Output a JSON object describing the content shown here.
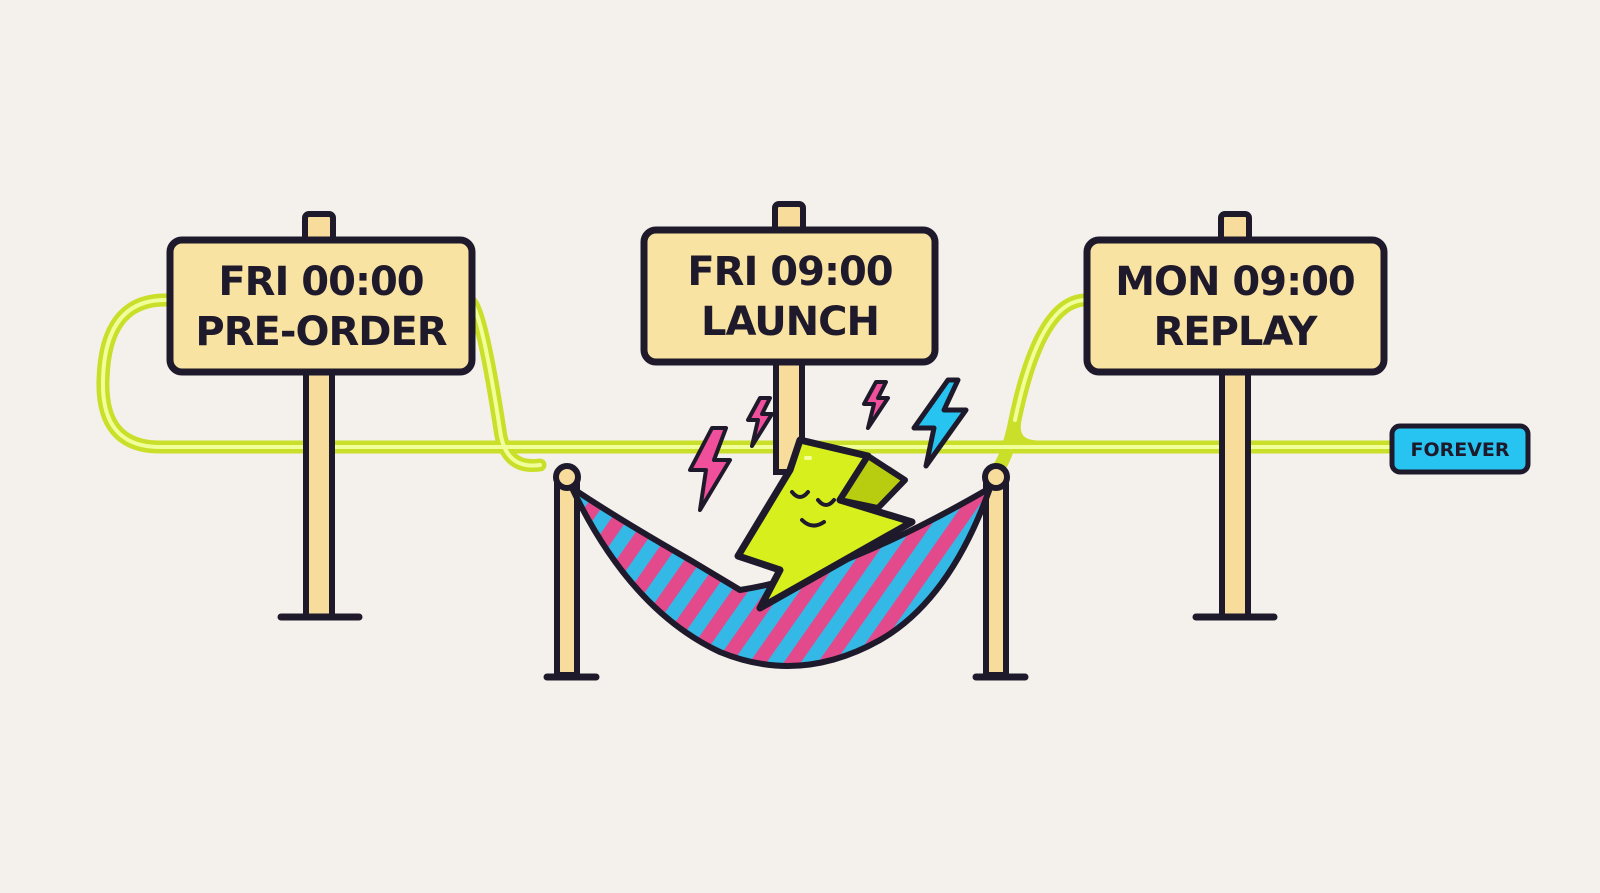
{
  "signs": [
    {
      "time": "FRI 00:00",
      "label": "PRE-ORDER"
    },
    {
      "time": "FRI 09:00",
      "label": "LAUNCH"
    },
    {
      "time": "MON 09:00",
      "label": "REPLAY"
    }
  ],
  "end_badge": "FOREVER",
  "colors": {
    "background": "#f4f1ec",
    "sign_fill": "#f9e3a2",
    "post_fill": "#f7dc9c",
    "outline": "#1e1a2b",
    "cable": "#d9f23a",
    "cable_glow": "#efffa0",
    "badge": "#27c3f1",
    "bolt_pink": "#f0509b",
    "bolt_blue": "#27c3f1",
    "mascot": "#d8ef1e",
    "hammock_pink": "#e24a8c",
    "hammock_blue": "#34b8e6"
  },
  "icons": {
    "mascot": "sleeping-lightning-bolt-icon",
    "hammock": "hammock-icon",
    "sparks": "lightning-spark-icon"
  }
}
